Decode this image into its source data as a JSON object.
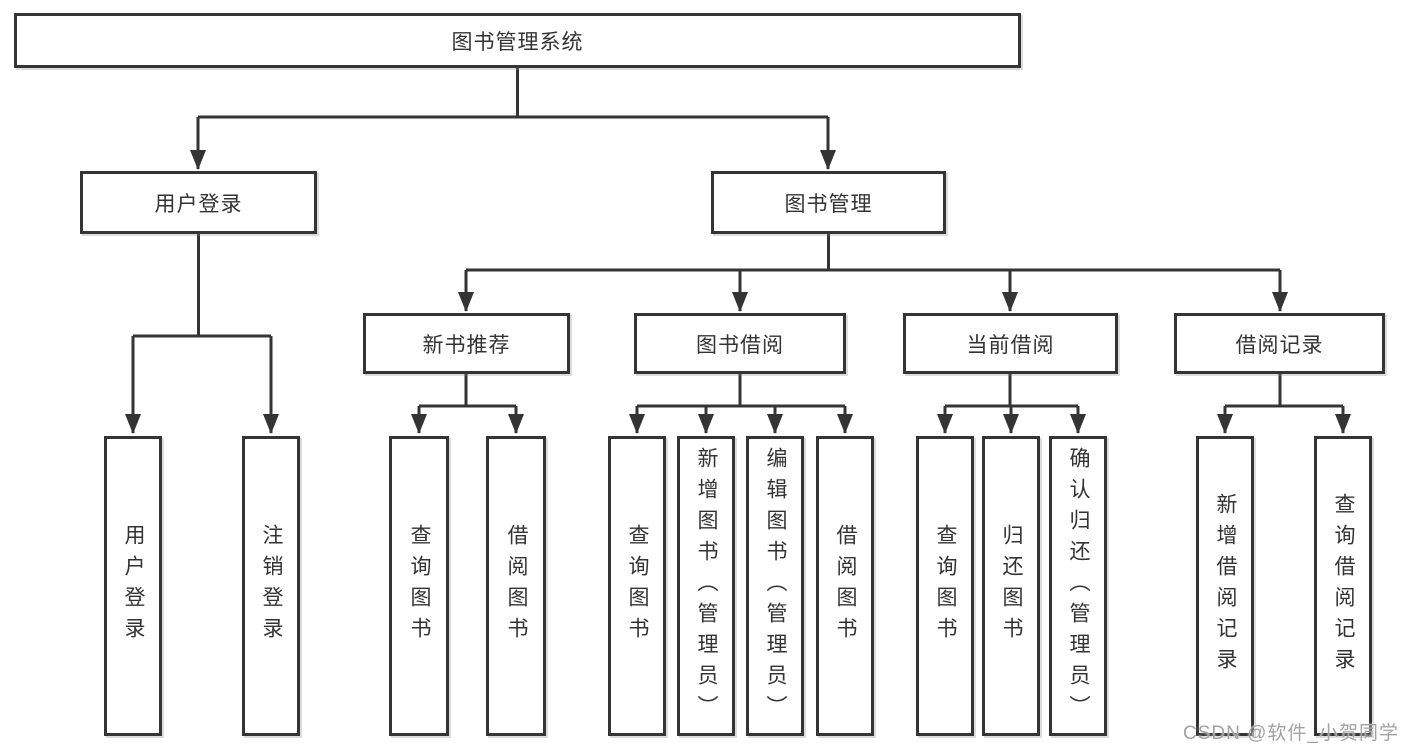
{
  "diagram": {
    "tree": {
      "root": {
        "label": "图书管理系统",
        "children": [
          {
            "label": "用户登录",
            "children": [
              {
                "label": "用户登录"
              },
              {
                "label": "注销登录"
              }
            ]
          },
          {
            "label": "图书管理",
            "children": [
              {
                "label": "新书推荐",
                "children": [
                  {
                    "label": "查询图书"
                  },
                  {
                    "label": "借阅图书"
                  }
                ]
              },
              {
                "label": "图书借阅",
                "children": [
                  {
                    "label": "查询图书"
                  },
                  {
                    "label": "新增图书（管理员）"
                  },
                  {
                    "label": "编辑图书（管理员）"
                  },
                  {
                    "label": "借阅图书"
                  }
                ]
              },
              {
                "label": "当前借阅",
                "children": [
                  {
                    "label": "查询图书"
                  },
                  {
                    "label": "归还图书"
                  },
                  {
                    "label": "确认归还（管理员）"
                  }
                ]
              },
              {
                "label": "借阅记录",
                "children": [
                  {
                    "label": "新增借阅记录"
                  },
                  {
                    "label": "查询借阅记录"
                  }
                ]
              }
            ]
          }
        ]
      }
    },
    "colors": {
      "line": "#343434",
      "box_border": "#343434",
      "text": "#333333",
      "background": "#ffffff"
    }
  },
  "watermark": {
    "text": "CSDN @软件_小贺同学",
    "color": "#a3a3a3"
  }
}
